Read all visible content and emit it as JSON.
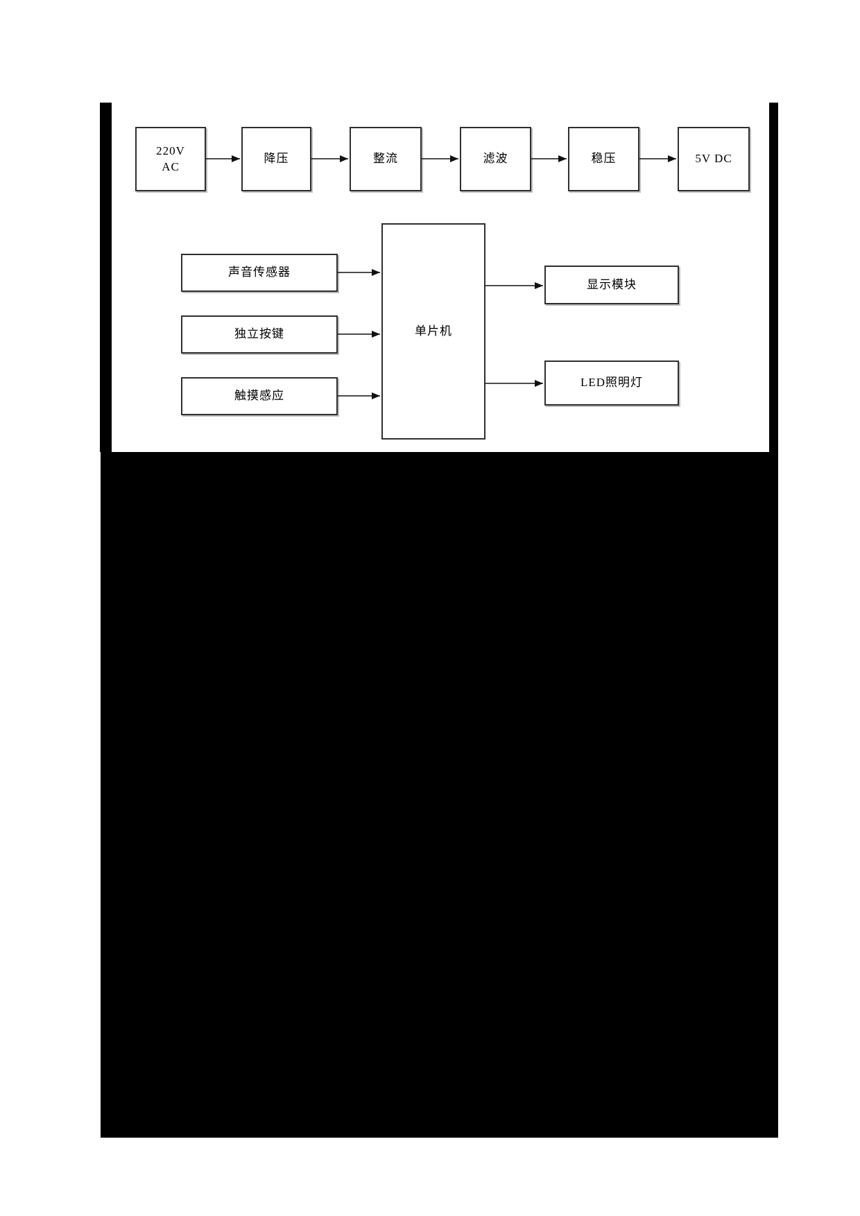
{
  "document": {
    "background_color": "#ffffff",
    "frame_color": "#000000",
    "blackout_color": "#000000"
  },
  "power_supply_diagram": {
    "boxes": [
      {
        "label": "220V\nAC"
      },
      {
        "label": "降压"
      },
      {
        "label": "整流"
      },
      {
        "label": "滤波"
      },
      {
        "label": "稳压"
      },
      {
        "label": "5V DC"
      }
    ]
  },
  "system_diagram": {
    "inputs": [
      {
        "label": "声音传感器"
      },
      {
        "label": "独立按键"
      },
      {
        "label": "触摸感应"
      }
    ],
    "mcu": {
      "label": "单片机"
    },
    "outputs": [
      {
        "label": "显示模块"
      },
      {
        "label": "LED照明灯"
      }
    ]
  }
}
